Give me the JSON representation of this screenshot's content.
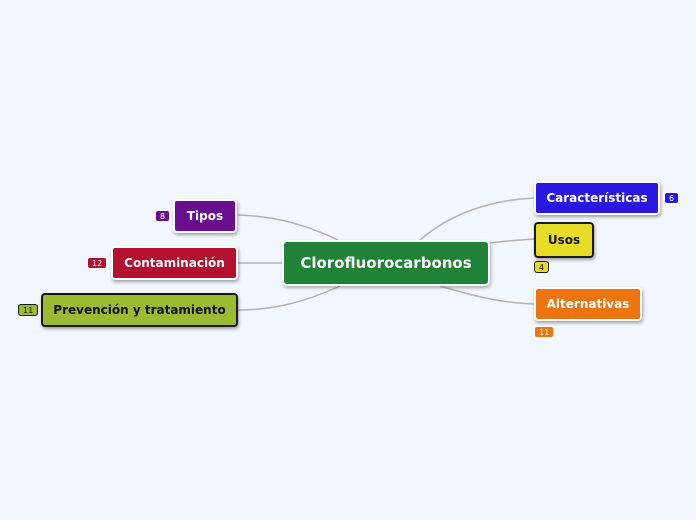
{
  "central": {
    "label": "Clorofluorocarbonos",
    "color": "#1f8236",
    "text_color": "#ffffff"
  },
  "link_color": "#b3b3b3",
  "topics": [
    {
      "id": "tipos",
      "label": "Tipos",
      "count": "8",
      "color": "#6a0d8c",
      "text_color": "#ffffff",
      "side": "left"
    },
    {
      "id": "contaminacion",
      "label": "Contaminación",
      "count": "12",
      "color": "#b30f2e",
      "text_color": "#ffffff",
      "side": "left"
    },
    {
      "id": "prevencion",
      "label": "Prevención y tratamiento",
      "count": "11",
      "color": "#9cbb31",
      "text_color": "#111111",
      "side": "left"
    },
    {
      "id": "caracteristicas",
      "label": "Características",
      "count": "6",
      "color": "#2a17e0",
      "text_color": "#ffffff",
      "side": "right"
    },
    {
      "id": "usos",
      "label": "Usos",
      "count": "4",
      "color": "#e7dd26",
      "text_color": "#111111",
      "side": "right"
    },
    {
      "id": "alternativas",
      "label": "Alternativas",
      "count": "11",
      "color": "#ee7410",
      "text_color": "#ffffff",
      "side": "right"
    }
  ]
}
